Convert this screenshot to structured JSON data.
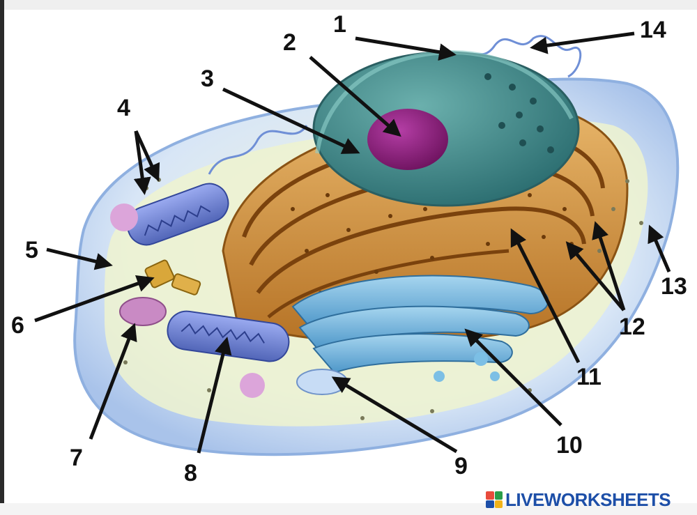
{
  "labels": [
    "1",
    "2",
    "3",
    "4",
    "5",
    "6",
    "7",
    "8",
    "9",
    "10",
    "11",
    "12",
    "13",
    "14"
  ],
  "watermark": {
    "text": "LIVEWORKSHEETS"
  },
  "colors": {
    "cell_membrane": "#bcd3f2",
    "cytoplasm": "#e9f0c9",
    "nucleus": "#3f8c8c",
    "nucleolus": "#8a1f7a",
    "rough_er": "#c98a2f",
    "golgi": "#5aa7d6",
    "mitochondria": "#6f86d6",
    "lysosome": "#c98ac4",
    "centrioles": "#d9a73a",
    "arrow": "#111111",
    "brand": "#1d4fa8"
  },
  "icons": [
    "callout-arrow",
    "liveworksheets-logo"
  ]
}
